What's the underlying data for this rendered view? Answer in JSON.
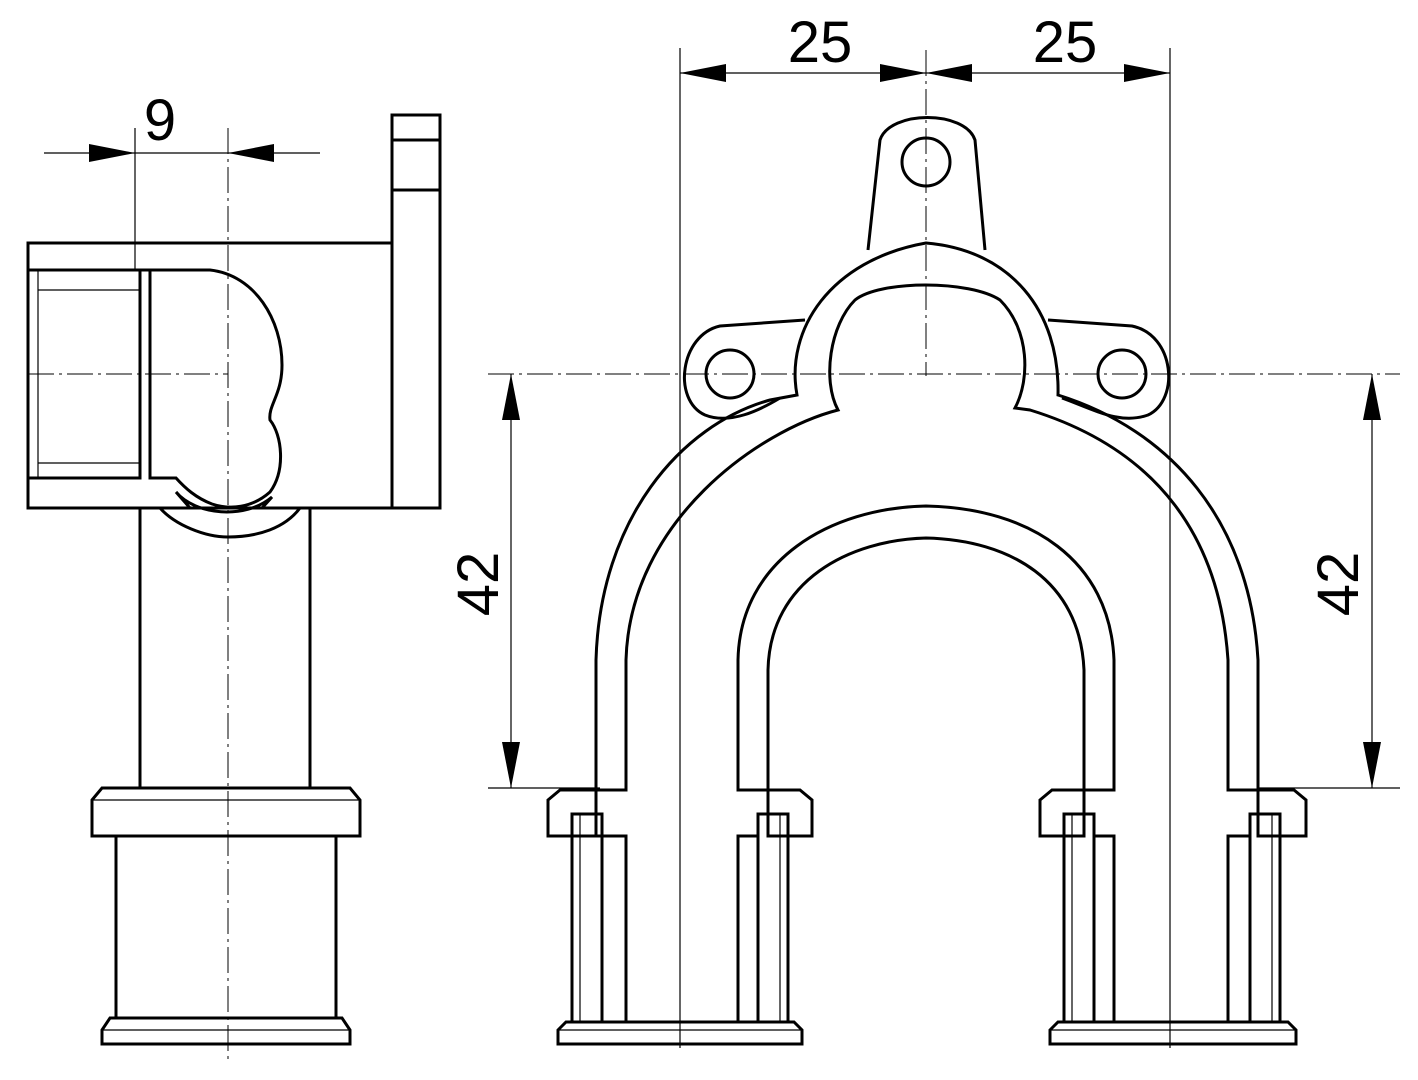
{
  "dimensions": {
    "side_width": "9",
    "front_left_half": "25",
    "front_right_half": "25",
    "front_left_height": "42",
    "front_right_height": "42"
  },
  "colors": {
    "ink": "#000000",
    "paper": "#ffffff"
  }
}
